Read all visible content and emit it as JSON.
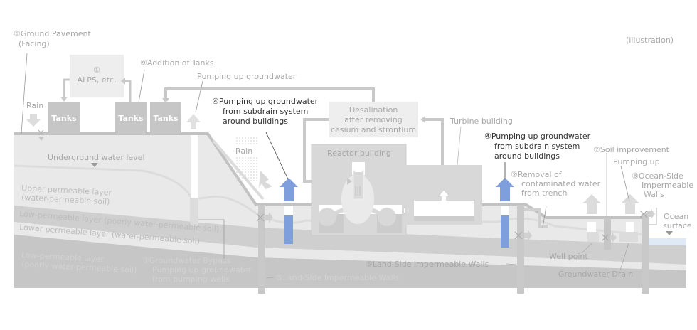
{
  "diagram": {
    "caption": "(illustration)",
    "colors": {
      "ground_light": "#e9e9ea",
      "ground_mid": "#cfcfd0",
      "ground_dark": "#c6c6c7",
      "structure": "#d3d3d3",
      "building": "#d8d8d8",
      "box_light": "#eeeeef",
      "pipe": "#c9c9c9",
      "accent_blue": "#7f9fdc",
      "ocean": "#dfeaf6",
      "label_gray": "#a8a8a8",
      "label_dark": "#333333"
    },
    "labels": {
      "ground_pavement": [
        "⑥Ground Pavement",
        " (Facing)"
      ],
      "alps": [
        "①",
        "ALPS, etc."
      ],
      "addition_of_tanks": "⑨Addition of Tanks",
      "pumping_groundwater_top": "Pumping up groundwater",
      "rain_left": "Rain",
      "rain_slope": "Rain",
      "tanks": [
        "Tanks",
        "Tanks",
        "Tanks"
      ],
      "subdrain_left": [
        "④Pumping up groundwater",
        "from subdrain system",
        "around buildings"
      ],
      "desalination": [
        "Desalination",
        "after removing",
        "cesium and strontium"
      ],
      "turbine_building": "Turbine building",
      "reactor_building": "Reactor building",
      "subdrain_right": [
        "④Pumping up groundwater",
        "from subdrain system",
        "around buildings"
      ],
      "soil_improvement": "⑦Soil improvement",
      "pumping_up": "Pumping up",
      "ocean_side_walls": [
        "⑧Ocean-Side",
        "Impermeable",
        "Walls"
      ],
      "removal_trench": [
        "②Removal of",
        "contaminated water",
        "from trench"
      ],
      "ocean_surface": [
        "Ocean",
        "surface"
      ],
      "underground_water_level": "Underground water level",
      "upper_permeable": [
        "Upper permeable layer",
        "(water-permeable soil)"
      ],
      "low_permeable_1": "Low-permeable layer (poorly water-permeable soil)",
      "lower_permeable": "Lower permeable layer (water-permeable soil)",
      "low_permeable_2": [
        "Low-permeable layer",
        "(poorly water-permeable soil)"
      ],
      "groundwater_bypass": [
        "③Groundwater Bypass",
        "Pumping up groundwater",
        "from pumping wells"
      ],
      "land_side_walls_left": "⑤Land-Side Impermeable Walls",
      "land_side_walls_right": "⑤Land-Side Impermeable Walls",
      "well_point": "Well point",
      "groundwater_drain": "Groundwater Drain"
    }
  }
}
